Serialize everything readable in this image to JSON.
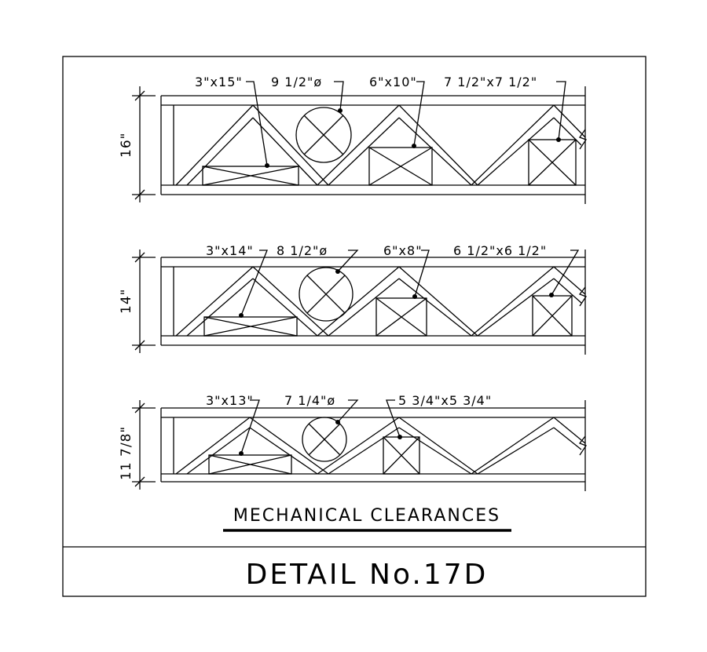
{
  "caption": "MECHANICAL CLEARANCES",
  "detail_title": "DETAIL No.17D",
  "joists": [
    {
      "depth_label": "16\"",
      "openings": [
        {
          "kind": "rect",
          "label": "3\"x15\""
        },
        {
          "kind": "circle",
          "label": "9 1/2\"ø"
        },
        {
          "kind": "rect",
          "label": "6\"x10\""
        },
        {
          "kind": "rect",
          "label": "7 1/2\"x7 1/2\""
        }
      ]
    },
    {
      "depth_label": "14\"",
      "openings": [
        {
          "kind": "rect",
          "label": "3\"x14\""
        },
        {
          "kind": "circle",
          "label": "8 1/2\"ø"
        },
        {
          "kind": "rect",
          "label": "6\"x8\""
        },
        {
          "kind": "rect",
          "label": "6 1/2\"x6 1/2\""
        }
      ]
    },
    {
      "depth_label": "11 7/8\"",
      "openings": [
        {
          "kind": "rect",
          "label": "3\"x13\""
        },
        {
          "kind": "circle",
          "label": "7 1/4\"ø"
        },
        {
          "kind": "rect",
          "label": "5 3/4\"x5 3/4\""
        }
      ]
    }
  ]
}
